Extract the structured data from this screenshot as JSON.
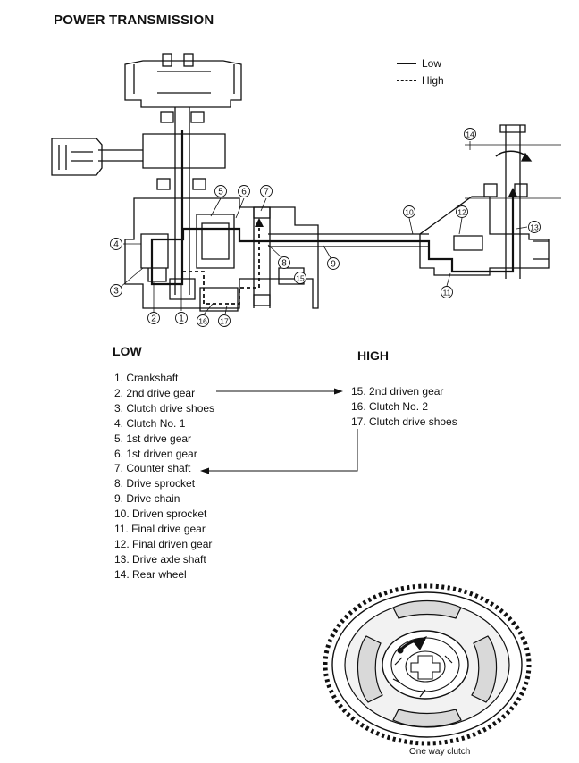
{
  "title": "POWER TRANSMISSION",
  "legend": {
    "low": "Low",
    "high": "High"
  },
  "low": {
    "heading": "LOW",
    "items": [
      "1. Crankshaft",
      "2. 2nd drive gear",
      "3. Clutch drive shoes",
      "4. Clutch No. 1",
      "5. 1st drive gear",
      "6. 1st driven gear",
      "7. Counter shaft",
      "8. Drive sprocket",
      "9. Drive chain",
      "10. Driven sprocket",
      "11. Final drive gear",
      "12. Final driven gear",
      "13. Drive axle shaft",
      "14. Rear wheel"
    ]
  },
  "high": {
    "heading": "HIGH",
    "items": [
      "15. 2nd driven gear",
      "16. Clutch No. 2",
      "17. Clutch drive shoes"
    ]
  },
  "callouts": [
    "1",
    "2",
    "3",
    "4",
    "5",
    "6",
    "7",
    "8",
    "9",
    "10",
    "11",
    "12",
    "13",
    "14",
    "15",
    "16",
    "17"
  ],
  "caption": "One way clutch"
}
